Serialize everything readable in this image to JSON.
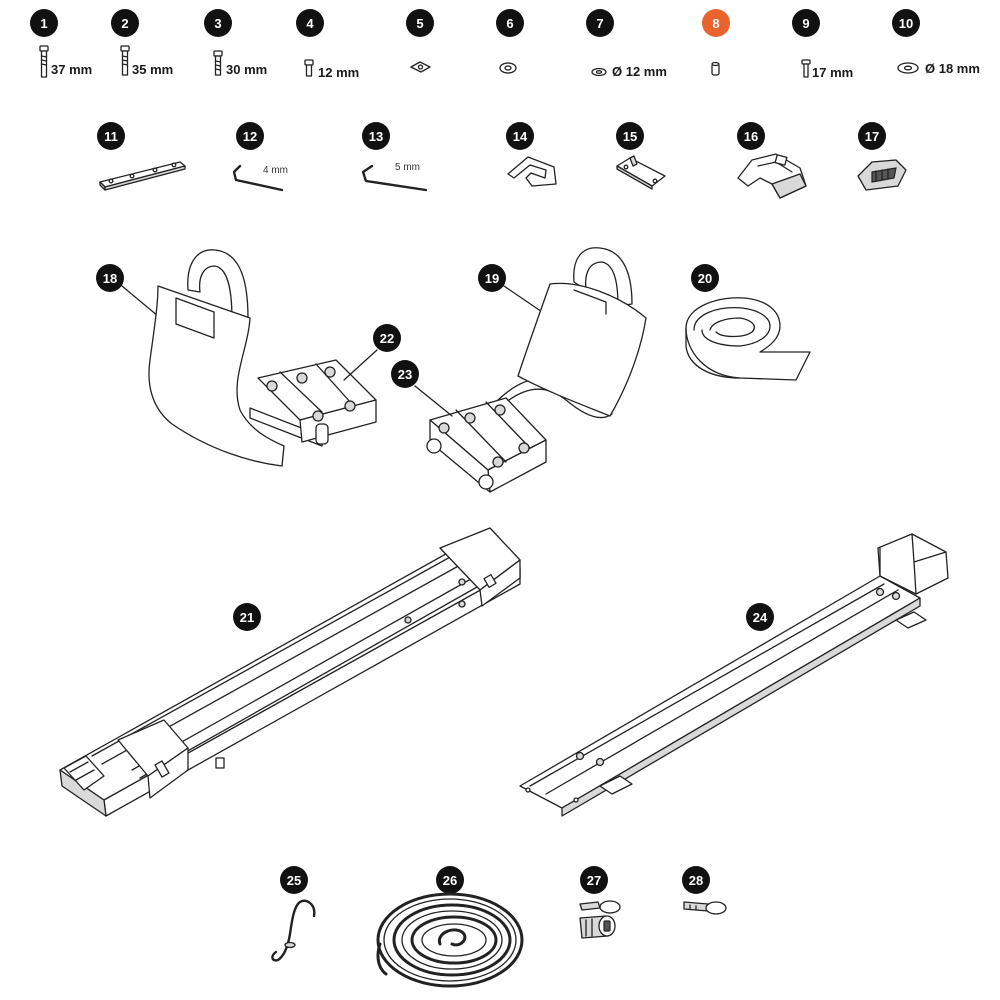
{
  "accent_color": "#e8642c",
  "badge_color": "#111111",
  "parts": [
    {
      "num": "1",
      "size": "37 mm",
      "icon": "bolt-icon"
    },
    {
      "num": "2",
      "size": "35 mm",
      "icon": "bolt-icon"
    },
    {
      "num": "3",
      "size": "30 mm",
      "icon": "bolt-icon"
    },
    {
      "num": "4",
      "size": "12 mm",
      "icon": "bolt-icon"
    },
    {
      "num": "5",
      "size": "",
      "icon": "square-nut-icon"
    },
    {
      "num": "6",
      "size": "",
      "icon": "lock-washer-icon"
    },
    {
      "num": "7",
      "size": "Ø 12 mm",
      "icon": "washer-icon"
    },
    {
      "num": "8",
      "size": "",
      "icon": "spacer-icon",
      "highlighted": true
    },
    {
      "num": "9",
      "size": "17 mm",
      "icon": "screw-icon"
    },
    {
      "num": "10",
      "size": "Ø 18 mm",
      "icon": "washer-icon"
    },
    {
      "num": "11",
      "size": "",
      "icon": "rail-plate-icon"
    },
    {
      "num": "12",
      "size": "4 mm",
      "icon": "allen-key-icon"
    },
    {
      "num": "13",
      "size": "5 mm",
      "icon": "allen-key-icon"
    },
    {
      "num": "14",
      "size": "",
      "icon": "clip-icon"
    },
    {
      "num": "15",
      "size": "",
      "icon": "bracket-icon"
    },
    {
      "num": "16",
      "size": "",
      "icon": "clamp-icon"
    },
    {
      "num": "17",
      "size": "",
      "icon": "end-cap-icon"
    },
    {
      "num": "18",
      "size": "",
      "icon": "cradle-icon"
    },
    {
      "num": "19",
      "size": "",
      "icon": "cradle-icon"
    },
    {
      "num": "20",
      "size": "",
      "icon": "strap-icon"
    },
    {
      "num": "21",
      "size": "",
      "icon": "load-bar-icon"
    },
    {
      "num": "22",
      "size": "",
      "icon": "base-icon"
    },
    {
      "num": "23",
      "size": "",
      "icon": "base-icon"
    },
    {
      "num": "24",
      "size": "",
      "icon": "rail-icon"
    },
    {
      "num": "25",
      "size": "",
      "icon": "hook-icon"
    },
    {
      "num": "26",
      "size": "",
      "icon": "rope-icon"
    },
    {
      "num": "27",
      "size": "",
      "icon": "lock-cylinder-icon"
    },
    {
      "num": "28",
      "size": "",
      "icon": "key-icon"
    }
  ]
}
